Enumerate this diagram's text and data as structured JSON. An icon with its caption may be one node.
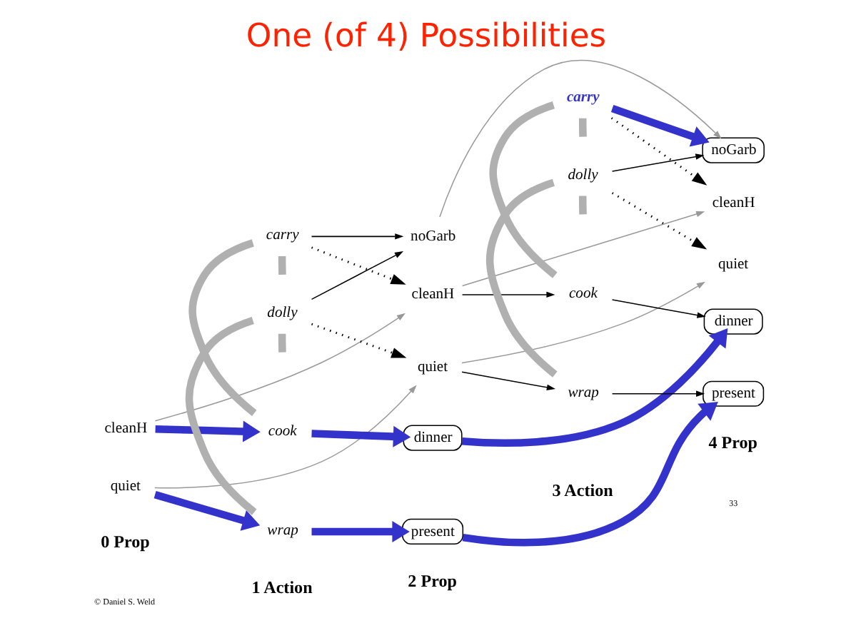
{
  "diagram": {
    "title": "One (of 4) Possibilities",
    "nodes": [
      {
        "text": [
          "cleanH"
        ]
      },
      {
        "text": [
          "quiet"
        ]
      },
      {
        "text": [
          "carry"
        ]
      },
      {
        "text": [
          "dolly"
        ]
      },
      {
        "text": [
          "cook"
        ]
      },
      {
        "text": [
          "wrap"
        ]
      },
      {
        "text": [
          "noGarb"
        ]
      },
      {
        "text": [
          "cleanH"
        ]
      },
      {
        "text": [
          "quiet"
        ]
      },
      {
        "text": [
          "dinner"
        ]
      },
      {
        "text": [
          "present"
        ]
      },
      {
        "text": [
          "carry"
        ]
      },
      {
        "text": [
          "dolly"
        ]
      },
      {
        "text": [
          "cook"
        ]
      },
      {
        "text": [
          "wrap"
        ]
      },
      {
        "text": [
          "noGarb"
        ]
      },
      {
        "text": [
          "cleanH"
        ]
      },
      {
        "text": [
          "quiet"
        ]
      },
      {
        "text": [
          "dinner"
        ]
      },
      {
        "text": [
          "present"
        ]
      }
    ],
    "edges": [
      {
        "from": 0,
        "to": 7,
        "arrow": "to",
        "color": "#999999"
      },
      {
        "from": 1,
        "to": 8,
        "arrow": "to",
        "color": "#999999"
      },
      {
        "from": 0,
        "to": 4,
        "arrow": "to",
        "style": "thick",
        "color": "#3333cc"
      },
      {
        "from": 1,
        "to": 5,
        "arrow": "to",
        "style": "thick",
        "color": "#3333cc"
      },
      {
        "from": 2,
        "to": 6,
        "arrow": "to"
      },
      {
        "from": 2,
        "to": 7,
        "arrow": "to",
        "style": "dashed"
      },
      {
        "from": 3,
        "to": 6,
        "arrow": "to"
      },
      {
        "from": 3,
        "to": 8,
        "arrow": "to",
        "style": "dashed"
      },
      {
        "from": 4,
        "to": 9,
        "arrow": "to",
        "style": "thick",
        "color": "#3333cc"
      },
      {
        "from": 5,
        "to": 10,
        "arrow": "to",
        "style": "thick",
        "color": "#3333cc"
      },
      {
        "from": 2,
        "to": 4,
        "arrow": "none",
        "style": "thick",
        "color": "#b0b0b0"
      },
      {
        "from": 2,
        "to": null,
        "arrow": "none",
        "style": "thick",
        "color": "#b0b0b0"
      },
      {
        "from": 3,
        "to": null,
        "arrow": "none",
        "style": "thick",
        "color": "#b0b0b0"
      },
      {
        "from": 3,
        "to": 5,
        "arrow": "none",
        "style": "thick",
        "color": "#b0b0b0"
      },
      {
        "from": 6,
        "to": 15,
        "arrow": "to",
        "color": "#999999"
      },
      {
        "from": 7,
        "to": 16,
        "arrow": "to",
        "color": "#999999"
      },
      {
        "from": 7,
        "to": 13,
        "arrow": "to"
      },
      {
        "from": 8,
        "to": 17,
        "arrow": "to",
        "color": "#999999"
      },
      {
        "from": 8,
        "to": 14,
        "arrow": "to"
      },
      {
        "from": 9,
        "to": 18,
        "arrow": "to",
        "style": "thick",
        "color": "#3333cc"
      },
      {
        "from": 10,
        "to": 19,
        "arrow": "to",
        "style": "thick",
        "color": "#3333cc"
      },
      {
        "from": 11,
        "to": 15,
        "arrow": "to",
        "style": "thick",
        "color": "#3333cc"
      },
      {
        "from": 11,
        "to": 16,
        "arrow": "to",
        "style": "dashed"
      },
      {
        "from": 12,
        "to": 15,
        "arrow": "to"
      },
      {
        "from": 12,
        "to": 17,
        "arrow": "to",
        "style": "dashed"
      },
      {
        "from": 13,
        "to": 18,
        "arrow": "to"
      },
      {
        "from": 14,
        "to": 19,
        "arrow": "to"
      },
      {
        "from": 11,
        "to": 13,
        "arrow": "none",
        "style": "thick",
        "color": "#b0b0b0"
      },
      {
        "from": 11,
        "to": null,
        "arrow": "none",
        "style": "thick",
        "color": "#b0b0b0"
      },
      {
        "from": 12,
        "to": null,
        "arrow": "none",
        "style": "thick",
        "color": "#b0b0b0"
      },
      {
        "from": 12,
        "to": 14,
        "arrow": "none",
        "style": "thick",
        "color": "#b0b0b0"
      }
    ],
    "labels": [
      "0 Prop",
      "1 Action",
      "2 Prop",
      "3 Action",
      "4 Prop",
      "© Daniel S. Weld",
      "33"
    ]
  }
}
